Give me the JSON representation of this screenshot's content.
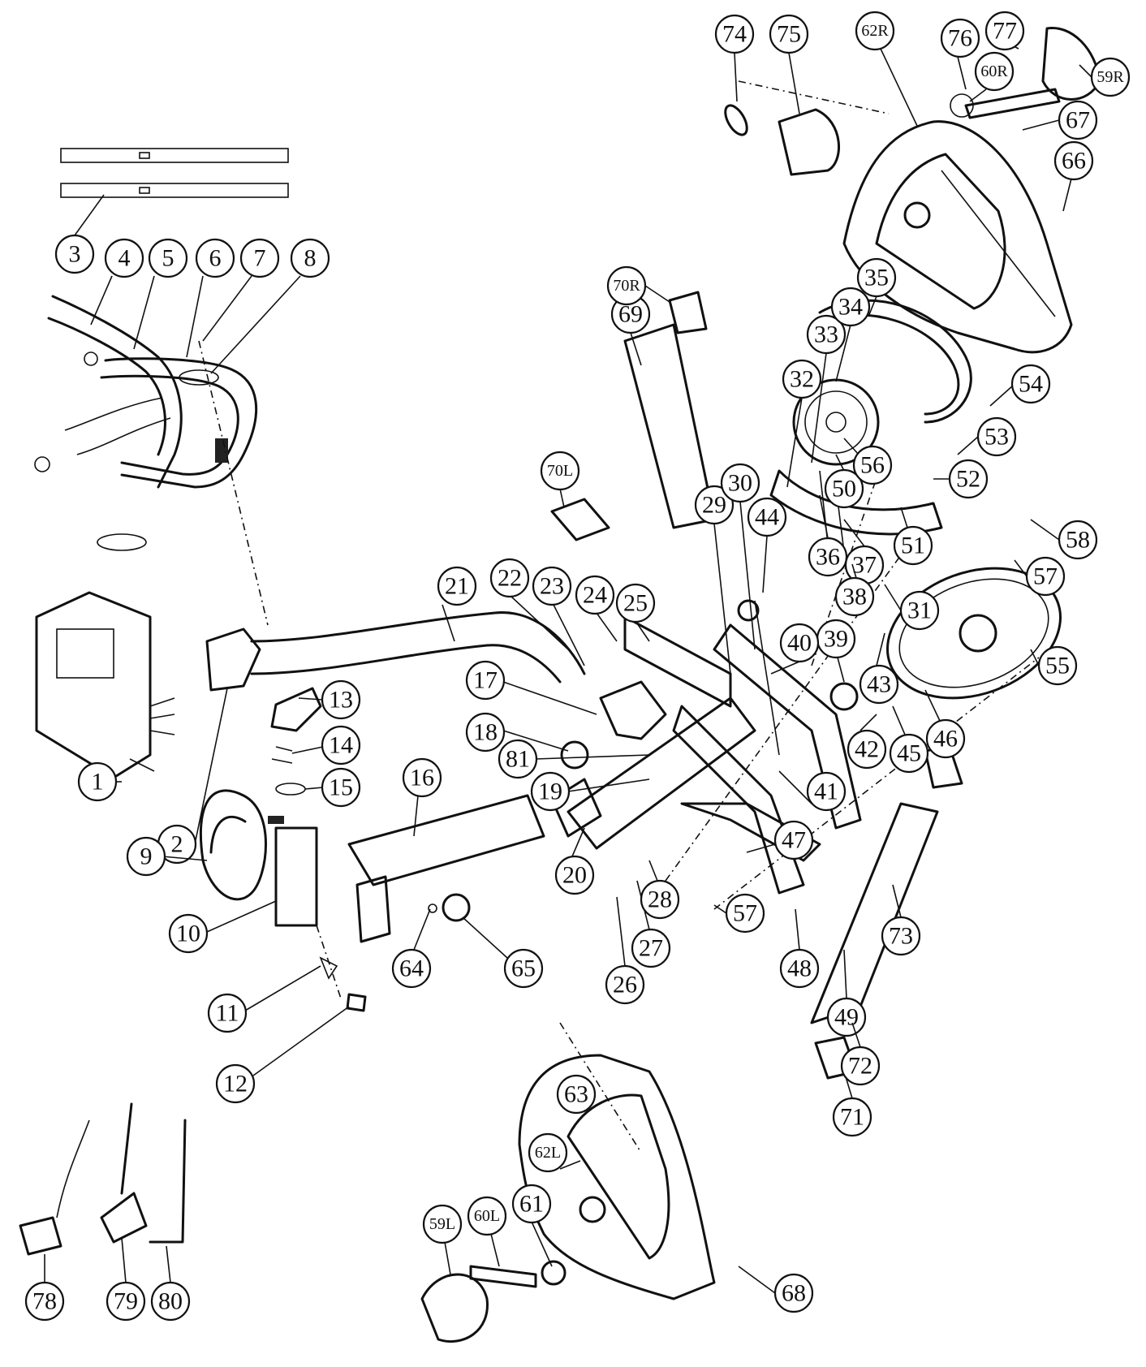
{
  "callouts": [
    "1",
    "2",
    "3",
    "4",
    "5",
    "6",
    "7",
    "8",
    "9",
    "10",
    "11",
    "12",
    "13",
    "14",
    "15",
    "16",
    "17",
    "18",
    "19",
    "20",
    "21",
    "22",
    "23",
    "24",
    "25",
    "26",
    "27",
    "28",
    "29",
    "30",
    "31",
    "32",
    "33",
    "34",
    "35",
    "36",
    "37",
    "38",
    "39",
    "40",
    "41",
    "42",
    "43",
    "44",
    "45",
    "46",
    "47",
    "48",
    "49",
    "50",
    "51",
    "52",
    "53",
    "54",
    "55",
    "56",
    "57",
    "57",
    "58",
    "59L",
    "59R",
    "60L",
    "60R",
    "61",
    "62L",
    "62R",
    "63",
    "64",
    "65",
    "66",
    "67",
    "68",
    "69",
    "70L",
    "70R",
    "71",
    "72",
    "73",
    "74",
    "75",
    "76",
    "77",
    "78",
    "79",
    "80",
    "81"
  ]
}
